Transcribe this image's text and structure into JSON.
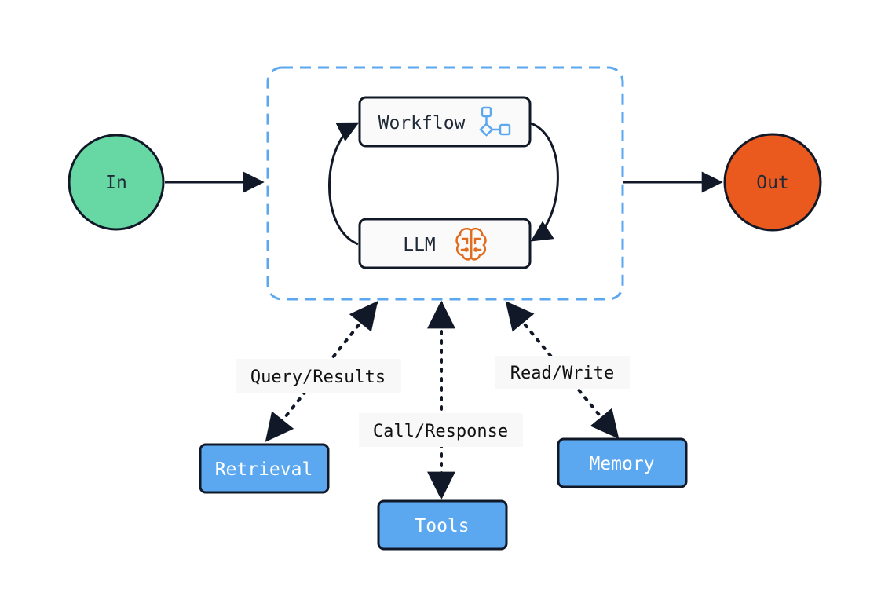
{
  "nodes": {
    "in": "In",
    "out": "Out",
    "workflow": "Workflow",
    "llm": "LLM",
    "retrieval": "Retrieval",
    "tools": "Tools",
    "memory": "Memory"
  },
  "edges": {
    "retrieval": "Query/Results",
    "tools": "Call/Response",
    "memory": "Read/Write"
  },
  "icons": {
    "workflow": "workflow-icon",
    "llm": "brain-icon"
  },
  "colors": {
    "in_fill": "#67d8a3",
    "out_fill": "#ea5a1e",
    "box_fill": "#5ba8f0",
    "dashed_border": "#5ba8f0",
    "stroke": "#111827",
    "brain_icon": "#e06d1f",
    "workflow_icon": "#5ba8f0"
  }
}
